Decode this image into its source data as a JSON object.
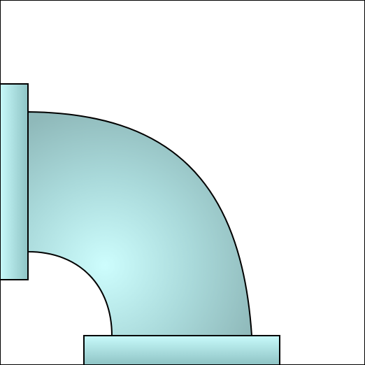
{
  "tile": {
    "kind": "pipe-elbow",
    "openings": [
      "left",
      "bottom"
    ],
    "colors": {
      "background": "#ffffff",
      "border": "#000000",
      "pipe_highlight": "#cdfdfd",
      "pipe_mid": "#a9d9da",
      "pipe_shadow": "#8fb9ba",
      "flange_light": "#c8fafb",
      "flange_dark": "#8ec3c4"
    }
  }
}
